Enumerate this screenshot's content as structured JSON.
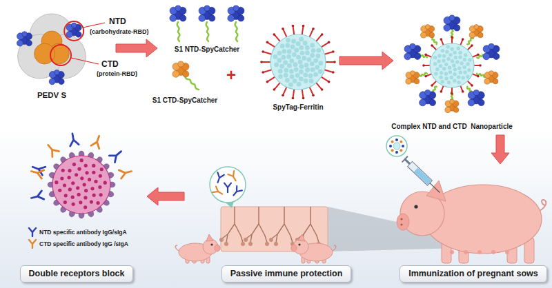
{
  "diagram": {
    "nodes": [
      {
        "text": [
          "Double receptors block"
        ]
      },
      {
        "text": [
          "Passive immune protection"
        ]
      },
      {
        "text": [
          "Immunization of pregnant sows"
        ]
      }
    ],
    "edges": [
      {
        "from": 1,
        "to": 0,
        "arrow": "to"
      }
    ],
    "labels": [
      "NTD",
      "(carbohydrate-RBD)",
      "CTD",
      "(protein-RBD)",
      "PEDV S",
      "S1 NTD-SpyCatcher",
      "S1 CTD-SpyCatcher",
      "+",
      "SpyTag-Ferritin",
      "Complex NTD and CTD  Nanoparticle"
    ],
    "legend": [
      {
        "text": "NTD specific antibody IgG/sIgA"
      },
      {
        "text": "CTD specific antibody IgG /sIgA"
      }
    ]
  }
}
